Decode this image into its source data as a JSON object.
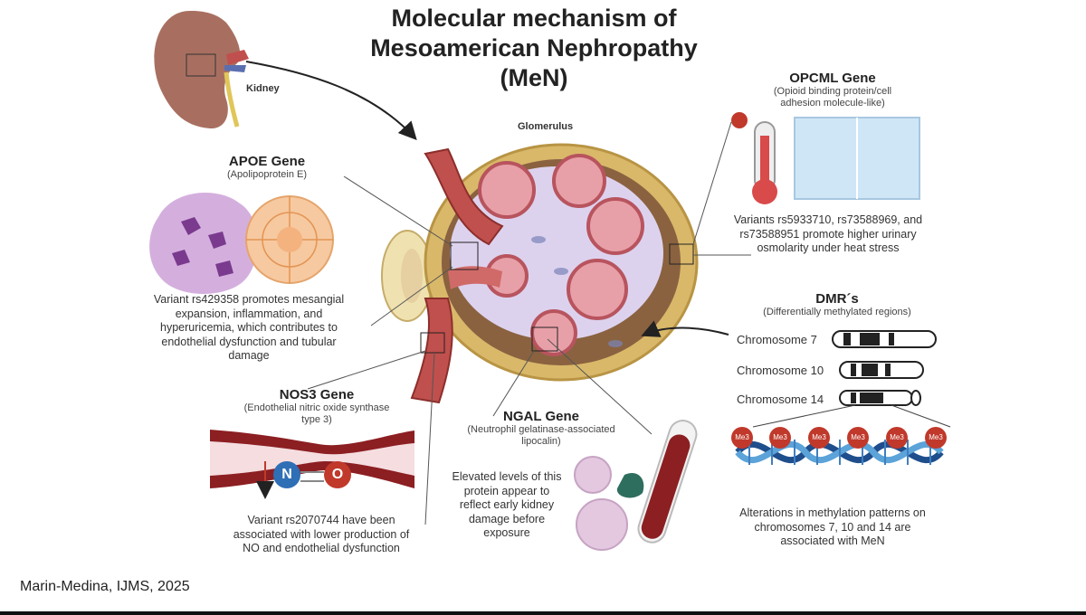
{
  "title": {
    "line1": "Molecular mechanism of",
    "line2": "Mesoamerican Nephropathy",
    "line3": "(MeN)"
  },
  "labels": {
    "kidney": "Kidney",
    "glomerulus": "Glomerulus"
  },
  "apoe": {
    "title": "APOE Gene",
    "subtitle": "(Apolipoprotein E)",
    "text": [
      "Variant rs429358 promotes mesangial",
      "expansion, inflammation, and",
      "hyperuricemia, which contributes to",
      "endothelial dysfunction and tubular",
      "damage"
    ]
  },
  "nos3": {
    "title": "NOS3 Gene",
    "subtitle": [
      "(Endothelial nitric oxide synthase",
      "type 3)"
    ],
    "molecule": {
      "n": "N",
      "o": "O"
    },
    "text": [
      "Variant rs2070744 have been",
      "associated with lower production of",
      "NO and endothelial dysfunction"
    ]
  },
  "ngal": {
    "title": "NGAL Gene",
    "subtitle": [
      "(Neutrophil gelatinase-associated",
      "lipocalin)"
    ],
    "text": [
      "Elevated levels of this",
      "protein appear to",
      "reflect early kidney",
      "damage before",
      "exposure"
    ]
  },
  "opcml": {
    "title": "OPCML Gene",
    "subtitle": [
      "(Opioid binding protein/cell",
      "adhesion molecule-like)"
    ],
    "text": [
      "Variants rs5933710, rs73588969, and",
      "rs73588951 promote higher urinary",
      "osmolarity under heat stress"
    ]
  },
  "dmr": {
    "title": "DMR´s",
    "subtitle": "(Differentially methylated regions)",
    "chromosomes": [
      "Chromosome 7",
      "Chromosome 10",
      "Chromosome 14"
    ],
    "methyl_tag": "Me3",
    "text": [
      "Alterations in methylation patterns on",
      "chromosomes 7, 10 and 14 are",
      "associated with MeN"
    ]
  },
  "citation": "Marin-Medina, IJMS,  2025",
  "colors": {
    "kidney": "#a86f60",
    "vessel": "#c0504d",
    "capillary": "#e8a0a8",
    "capsule": "#d9b86a",
    "dna_blue": "#1f4e8c",
    "methyl_red": "#c0392b"
  }
}
